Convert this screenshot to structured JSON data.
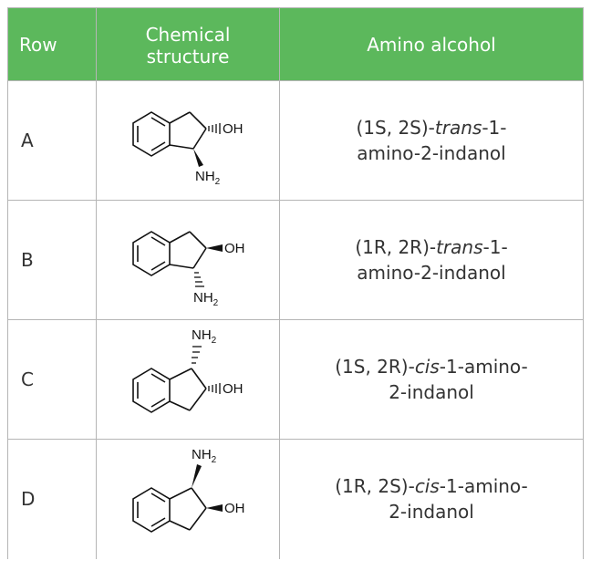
{
  "header": {
    "row": "Row",
    "structure_line1": "Chemical",
    "structure_line2": "structure",
    "amino": "Amino alcohol"
  },
  "rows": [
    {
      "label": "A",
      "name_prefix": "(1S, 2S)-",
      "name_italic": "trans",
      "name_suffix1": "-1-",
      "name_line2": "amino-2-indanol",
      "sub_top": "",
      "sub_oh": "OH",
      "sub_nh": "NH",
      "sub2": "2"
    },
    {
      "label": "B",
      "name_prefix": "(1R, 2R)-",
      "name_italic": "trans",
      "name_suffix1": "-1-",
      "name_line2": "amino-2-indanol",
      "sub_oh": "OH",
      "sub_nh": "NH",
      "sub2": "2"
    },
    {
      "label": "C",
      "name_prefix": "(1S, 2R)-",
      "name_italic": "cis",
      "name_suffix1": "-1-amino-",
      "name_line2": "2-indanol",
      "sub_oh": "OH",
      "sub_nh": "NH",
      "sub2": "2"
    },
    {
      "label": "D",
      "name_prefix": "(1R, 2S)-",
      "name_italic": "cis",
      "name_suffix1": "-1-amino-",
      "name_line2": "2-indanol",
      "sub_oh": "OH",
      "sub_nh": "NH",
      "sub2": "2"
    }
  ]
}
